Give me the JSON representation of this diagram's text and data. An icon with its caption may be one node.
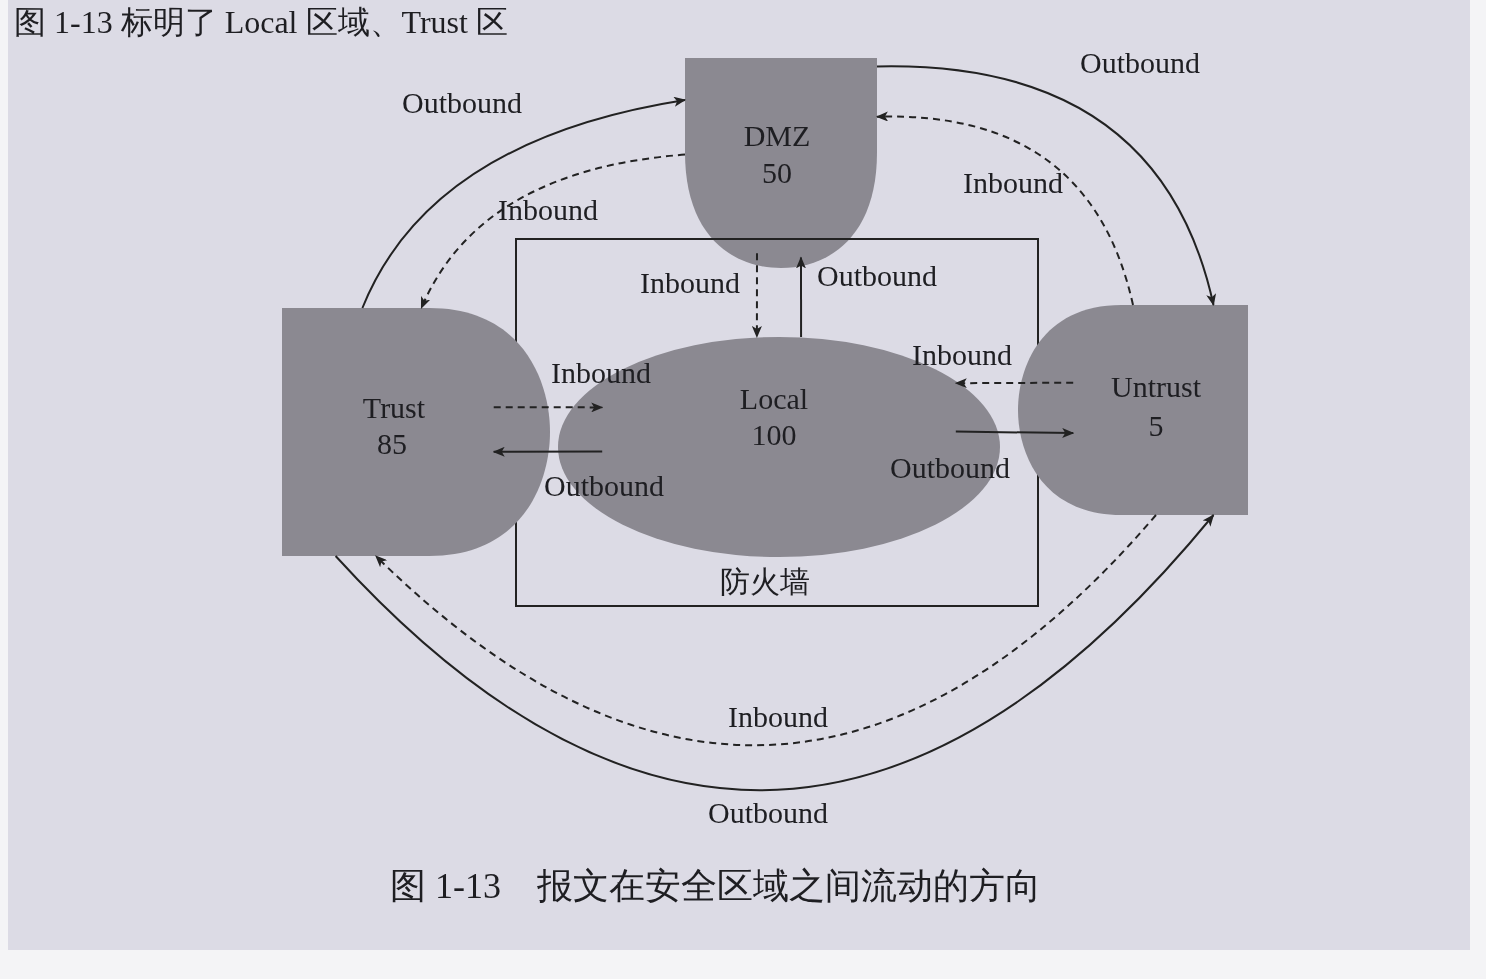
{
  "diagram": {
    "caption": "图 1-13　报文在安全区域之间流动的方向",
    "nodes": [
      {
        "text": [
          "DMZ",
          "50"
        ]
      },
      {
        "text": [
          "防火墙"
        ]
      },
      {
        "text": [
          "Local",
          "100"
        ],
        "in": 1
      },
      {
        "text": [
          "Trust",
          "85"
        ]
      },
      {
        "text": [
          "Untrust",
          "5"
        ]
      }
    ],
    "edges": [
      {
        "from": 0,
        "to": 2,
        "arrow": "to",
        "label": "Inbound",
        "style": "dashed"
      },
      {
        "from": 2,
        "to": 0,
        "arrow": "to",
        "label": "Outbound"
      },
      {
        "from": 3,
        "to": 2,
        "arrow": "to",
        "label": "Inbound",
        "style": "dashed"
      },
      {
        "from": 2,
        "to": 3,
        "arrow": "to",
        "label": "Outbound"
      },
      {
        "from": 4,
        "to": 2,
        "arrow": "to",
        "label": "Inbound",
        "style": "dashed"
      },
      {
        "from": 2,
        "to": 4,
        "arrow": "to",
        "label": "Outbound"
      },
      {
        "from": 3,
        "to": 0,
        "arrow": "to",
        "label": "Outbound"
      },
      {
        "from": 0,
        "to": 3,
        "arrow": "to",
        "label": "Inbound",
        "style": "dashed"
      },
      {
        "from": 0,
        "to": 4,
        "arrow": "to",
        "label": "Outbound"
      },
      {
        "from": 4,
        "to": 0,
        "arrow": "to",
        "label": "Inbound",
        "style": "dashed"
      },
      {
        "from": 4,
        "to": 3,
        "arrow": "to",
        "label": "Inbound",
        "style": "dashed"
      },
      {
        "from": 3,
        "to": 4,
        "arrow": "to",
        "label": "Outbound"
      }
    ],
    "labels": [
      "图 1-13 标明了 Local 区域、Trust 区"
    ]
  }
}
